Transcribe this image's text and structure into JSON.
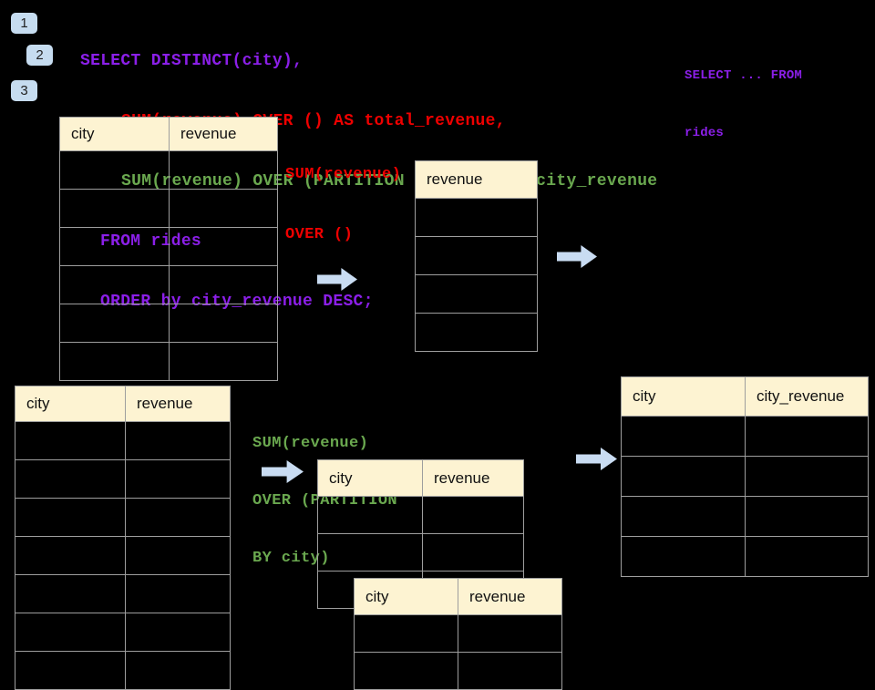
{
  "colors": {
    "background": "#000000",
    "purple": "#8B1FE8",
    "red": "#EE0000",
    "green": "#6AA84F",
    "table_header_fill": "#FDF3D2",
    "table_border": "#9E9E9E",
    "arrow_fill": "#C9DCF2",
    "badge_fill": "#C6DCF0"
  },
  "badges": [
    {
      "label": "1"
    },
    {
      "label": "2"
    },
    {
      "label": "3"
    }
  ],
  "sql": {
    "lines": [
      {
        "text": "SELECT DISTINCT(city),",
        "color": "purple"
      },
      {
        "text": "SUM(revenue) OVER () AS total_revenue,",
        "color": "red"
      },
      {
        "text": "SUM(revenue) OVER (PARTITION BY city) as city_revenue",
        "color": "green"
      },
      {
        "text": "FROM rides",
        "color": "purple"
      },
      {
        "text": "ORDER by city_revenue DESC;",
        "color": "purple"
      }
    ]
  },
  "side_note": {
    "color": "purple",
    "line1": "SELECT ... FROM",
    "line2": "rides"
  },
  "annotation_total": {
    "color": "red",
    "line1": "SUM(revenue)",
    "line2": "OVER ()"
  },
  "annotation_partition": {
    "color": "green",
    "line1": "SUM(revenue)",
    "line2": "OVER (PARTITION",
    "line3": "BY city)"
  },
  "tables": {
    "source_top": {
      "headers": [
        "city",
        "revenue"
      ],
      "empty_rows": 6
    },
    "total_result": {
      "headers": [
        "revenue"
      ],
      "empty_rows": 4
    },
    "source_bottom": {
      "headers": [
        "city",
        "revenue"
      ],
      "empty_rows": 7
    },
    "partition_step": {
      "headers": [
        "city",
        "revenue"
      ],
      "empty_rows": 3
    },
    "partition_overlay": {
      "headers": [
        "city",
        "revenue"
      ],
      "empty_rows": 2
    },
    "city_result": {
      "headers": [
        "city",
        "city_revenue"
      ],
      "empty_rows": 4
    }
  }
}
